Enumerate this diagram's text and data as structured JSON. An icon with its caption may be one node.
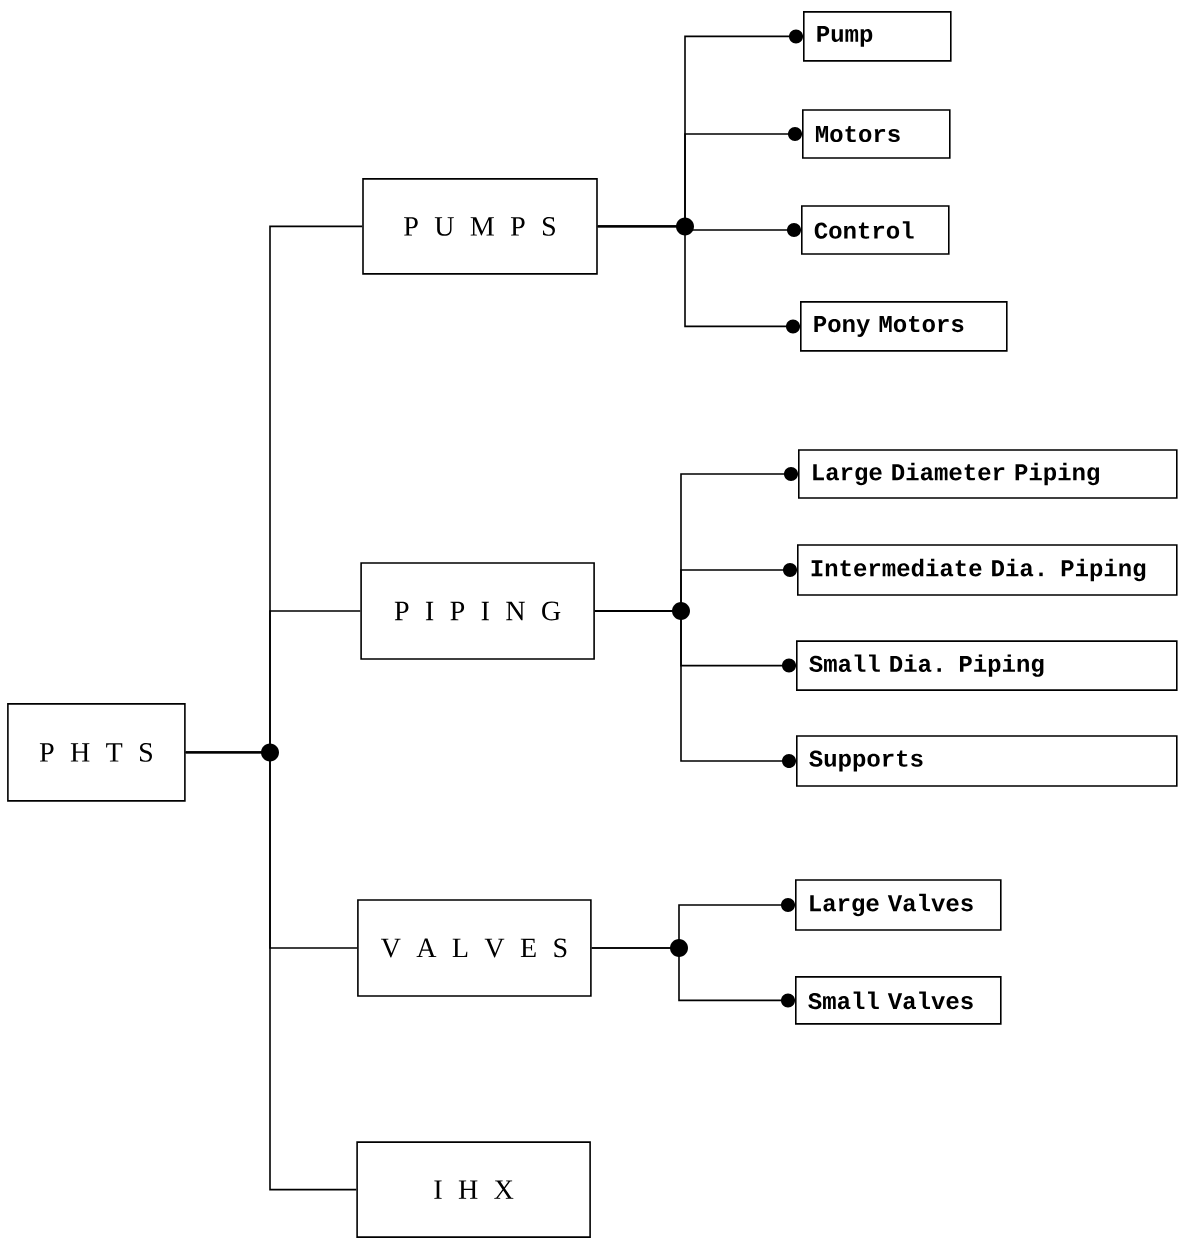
{
  "diagram": {
    "nodes": [
      {
        "text": [
          "P H T S"
        ]
      },
      {
        "text": [
          "P U M P S"
        ]
      },
      {
        "text": [
          "P I P I N G"
        ]
      },
      {
        "text": [
          "V A L V E S"
        ]
      },
      {
        "text": [
          "I H X"
        ]
      },
      {
        "text": [
          "Pump"
        ]
      },
      {
        "text": [
          "Motors"
        ]
      },
      {
        "text": [
          "Control"
        ]
      },
      {
        "text": [
          "Pony Motors"
        ]
      },
      {
        "text": [
          "Large Diameter Piping"
        ]
      },
      {
        "text": [
          "Intermediate Dia. Piping"
        ]
      },
      {
        "text": [
          "Small Dia. Piping"
        ]
      },
      {
        "text": [
          "Supports"
        ]
      },
      {
        "text": [
          "Large Valves"
        ]
      },
      {
        "text": [
          "Small Valves"
        ]
      }
    ],
    "edges": [
      {
        "from": 0,
        "to": 1,
        "arrow": "none"
      },
      {
        "from": 0,
        "to": 2,
        "arrow": "none"
      },
      {
        "from": 0,
        "to": 3,
        "arrow": "none"
      },
      {
        "from": 0,
        "to": 4,
        "arrow": "none"
      },
      {
        "from": 1,
        "to": 5,
        "arrow": "other"
      },
      {
        "from": 1,
        "to": 6,
        "arrow": "other"
      },
      {
        "from": 1,
        "to": 7,
        "arrow": "other"
      },
      {
        "from": 1,
        "to": 8,
        "arrow": "other"
      },
      {
        "from": 2,
        "to": 9,
        "arrow": "other"
      },
      {
        "from": 2,
        "to": 10,
        "arrow": "other"
      },
      {
        "from": 2,
        "to": 11,
        "arrow": "other"
      },
      {
        "from": 2,
        "to": 12,
        "arrow": "other"
      },
      {
        "from": 3,
        "to": 13,
        "arrow": "other"
      },
      {
        "from": 3,
        "to": 14,
        "arrow": "other"
      }
    ]
  }
}
